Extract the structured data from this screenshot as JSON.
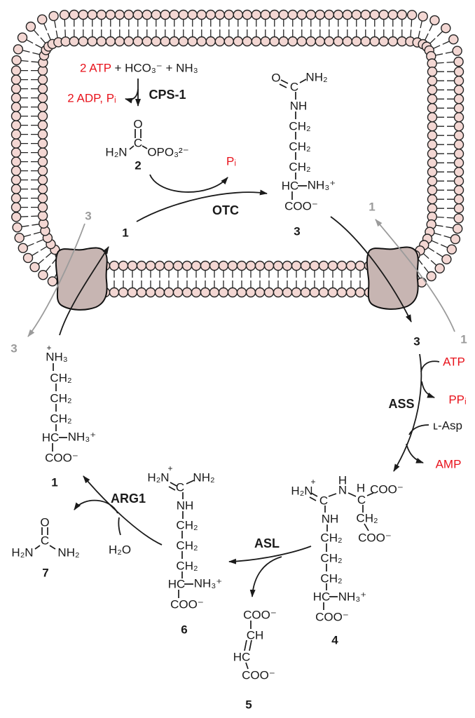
{
  "colors": {
    "red": "#e8131c",
    "gray": "#9b9b9b",
    "membrane_head": "#f3d7d3",
    "transporter": "#c7b5b2",
    "line": "#1a1a1a"
  },
  "equation": {
    "substrates_red": "2 ATP",
    "substrates_black": " + HCO₃⁻ + NH₃"
  },
  "enzymes": {
    "cps1": "CPS-1",
    "otc": "OTC",
    "ass": "ASS",
    "asl": "ASL",
    "arg1": "ARG1"
  },
  "cofactors": {
    "adp_pi": "2 ADP, Pᵢ",
    "pi": "Pᵢ",
    "atp": "ATP",
    "ppi": "PPᵢ",
    "l_asp": "ʟ-Asp",
    "amp": "AMP",
    "h2o": "H₂O"
  },
  "flow": {
    "ornithine_matrix": "1",
    "citrulline_matrix": "3",
    "citrulline_exported": "3",
    "gray_left_top": "3",
    "gray_left_bottom": "3",
    "gray_right_top": "1",
    "gray_right_bottom": "1"
  },
  "molecules": {
    "carbamoyl_phosphate": {
      "num": "2",
      "o": "O",
      "c": "C",
      "h2n": "H₂N",
      "opo3": "OPO₃²⁻"
    },
    "citrulline": {
      "num": "3",
      "o": "O",
      "c": "C",
      "nh2": "NH₂",
      "nh": "NH",
      "ch2a": "CH₂",
      "ch2b": "CH₂",
      "ch2c": "CH₂",
      "hc": "HC",
      "nh3": "NH₃⁺",
      "coo": "COO⁻"
    },
    "ornithine": {
      "num": "1",
      "plus": "+",
      "nh3_top": "NH₃",
      "ch2a": "CH₂",
      "ch2b": "CH₂",
      "ch2c": "CH₂",
      "hc": "HC",
      "nh3": "NH₃⁺",
      "coo": "COO⁻"
    },
    "argininosuccinate": {
      "num": "4",
      "plus": "+",
      "h2n": "H₂N",
      "c": "C",
      "h_top": "H",
      "n": "N",
      "h2": "H",
      "c2": "C",
      "coo_top": "COO⁻",
      "ch2r": "CH₂",
      "coo_mid": "COO⁻",
      "nh": "NH",
      "ch2a": "CH₂",
      "ch2b": "CH₂",
      "ch2c": "CH₂",
      "hc": "HC",
      "nh3": "NH₃⁺",
      "coo": "COO⁻"
    },
    "fumarate": {
      "num": "5",
      "coo_top": "COO⁻",
      "ch": "CH",
      "hc": "HC",
      "coo_bot": "COO⁻"
    },
    "arginine": {
      "num": "6",
      "plus": "+",
      "h2n": "H₂N",
      "c": "C",
      "nh2": "NH₂",
      "nh": "NH",
      "ch2a": "CH₂",
      "ch2b": "CH₂",
      "ch2c": "CH₂",
      "hc": "HC",
      "nh3": "NH₃⁺",
      "coo": "COO⁻"
    },
    "urea": {
      "num": "7",
      "o": "O",
      "c": "C",
      "h2n": "H₂N",
      "nh2": "NH₂"
    }
  }
}
